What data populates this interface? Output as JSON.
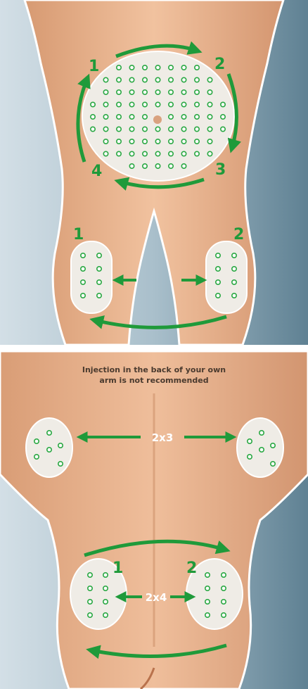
{
  "front": {
    "abdomen_labels": [
      "1",
      "2",
      "3",
      "4"
    ],
    "thigh_labels": [
      "1",
      "2"
    ]
  },
  "back": {
    "note_line1": "Injection in the back of your own",
    "note_line2": "arm is not recommended",
    "arm_ratio": "2x3",
    "buttock_labels": [
      "1",
      "2"
    ],
    "buttock_ratio": "2x4"
  },
  "colors": {
    "arrow": "#1f9a3a",
    "dot_ring": "#2aa843",
    "zone_fill": "#efece6",
    "skin": "#e9b58f",
    "background": "#8ea9b8"
  }
}
